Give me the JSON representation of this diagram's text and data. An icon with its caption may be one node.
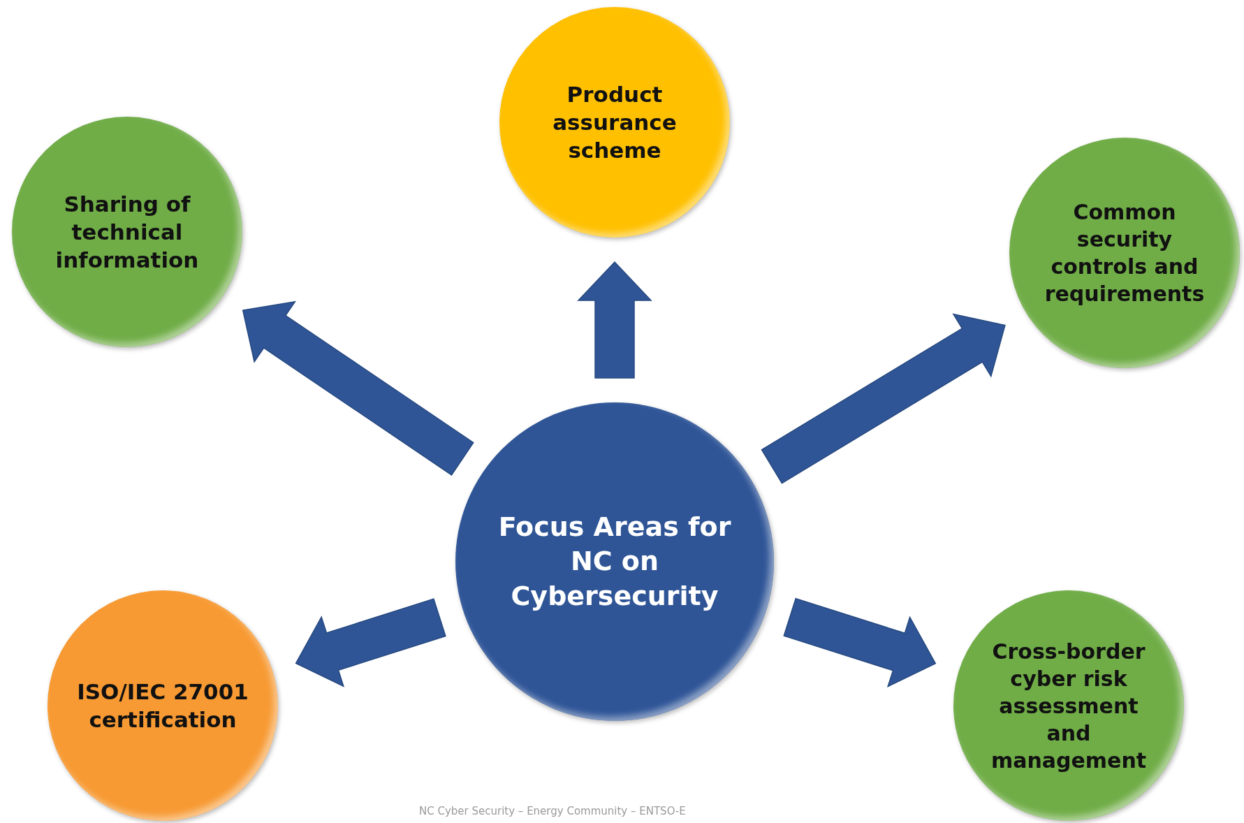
{
  "diagram": {
    "nodes": [
      {
        "text": [
          "Focus Areas for NC on Cybersecurity"
        ]
      },
      {
        "text": [
          "Product assurance scheme"
        ]
      },
      {
        "text": [
          "Sharing of technical information"
        ]
      },
      {
        "text": [
          "Common security controls and requirements"
        ]
      },
      {
        "text": [
          "ISO/IEC 27001 certification"
        ]
      },
      {
        "text": [
          "Cross-border cyber risk assessment and management"
        ]
      }
    ],
    "edges": [
      {
        "from": 0,
        "to": 1,
        "arrow": "to"
      },
      {
        "from": 0,
        "to": 2,
        "arrow": "to"
      },
      {
        "from": 0,
        "to": 3,
        "arrow": "to"
      },
      {
        "from": 0,
        "to": 4,
        "arrow": "to"
      },
      {
        "from": 0,
        "to": 5,
        "arrow": "to"
      }
    ],
    "labels": [
      "NC Cyber Security – Energy Community – ENTSO-E"
    ]
  }
}
